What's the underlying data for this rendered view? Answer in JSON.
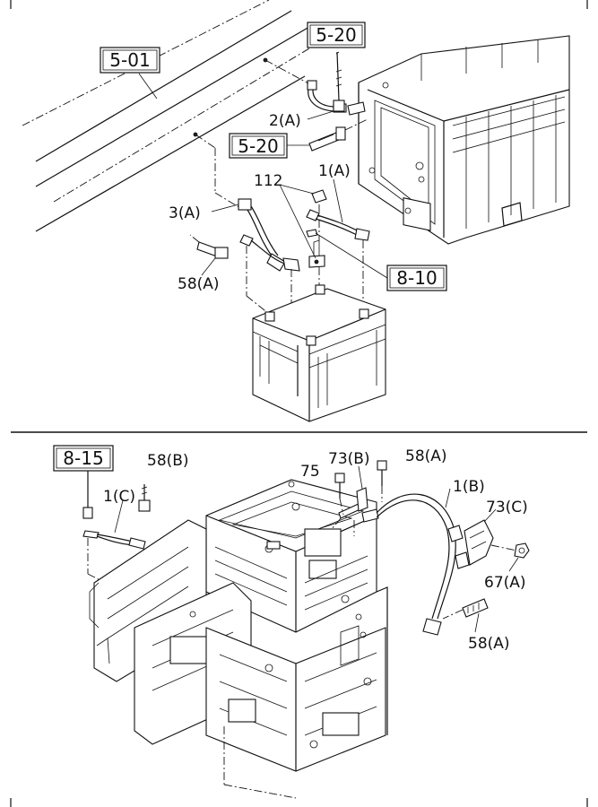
{
  "top_section": {
    "ref_boxes": {
      "ref_5_01": "5-01",
      "ref_5_20_top": "5-20",
      "ref_5_20_mid": "5-20",
      "ref_8_10": "8-10"
    },
    "callouts": {
      "c_2a": "2(A)",
      "c_3a": "3(A)",
      "c_112": "112",
      "c_1a": "1(A)",
      "c_58a": "58(A)"
    }
  },
  "bottom_section": {
    "ref_boxes": {
      "ref_8_15": "8-15"
    },
    "callouts": {
      "c_58b": "58(B)",
      "c_1c": "1(C)",
      "c_75": "75",
      "c_73b": "73(B)",
      "c_58a_top": "58(A)",
      "c_1b": "1(B)",
      "c_73c": "73(C)",
      "c_67a": "67(A)",
      "c_58a_bottom": "58(A)"
    }
  }
}
